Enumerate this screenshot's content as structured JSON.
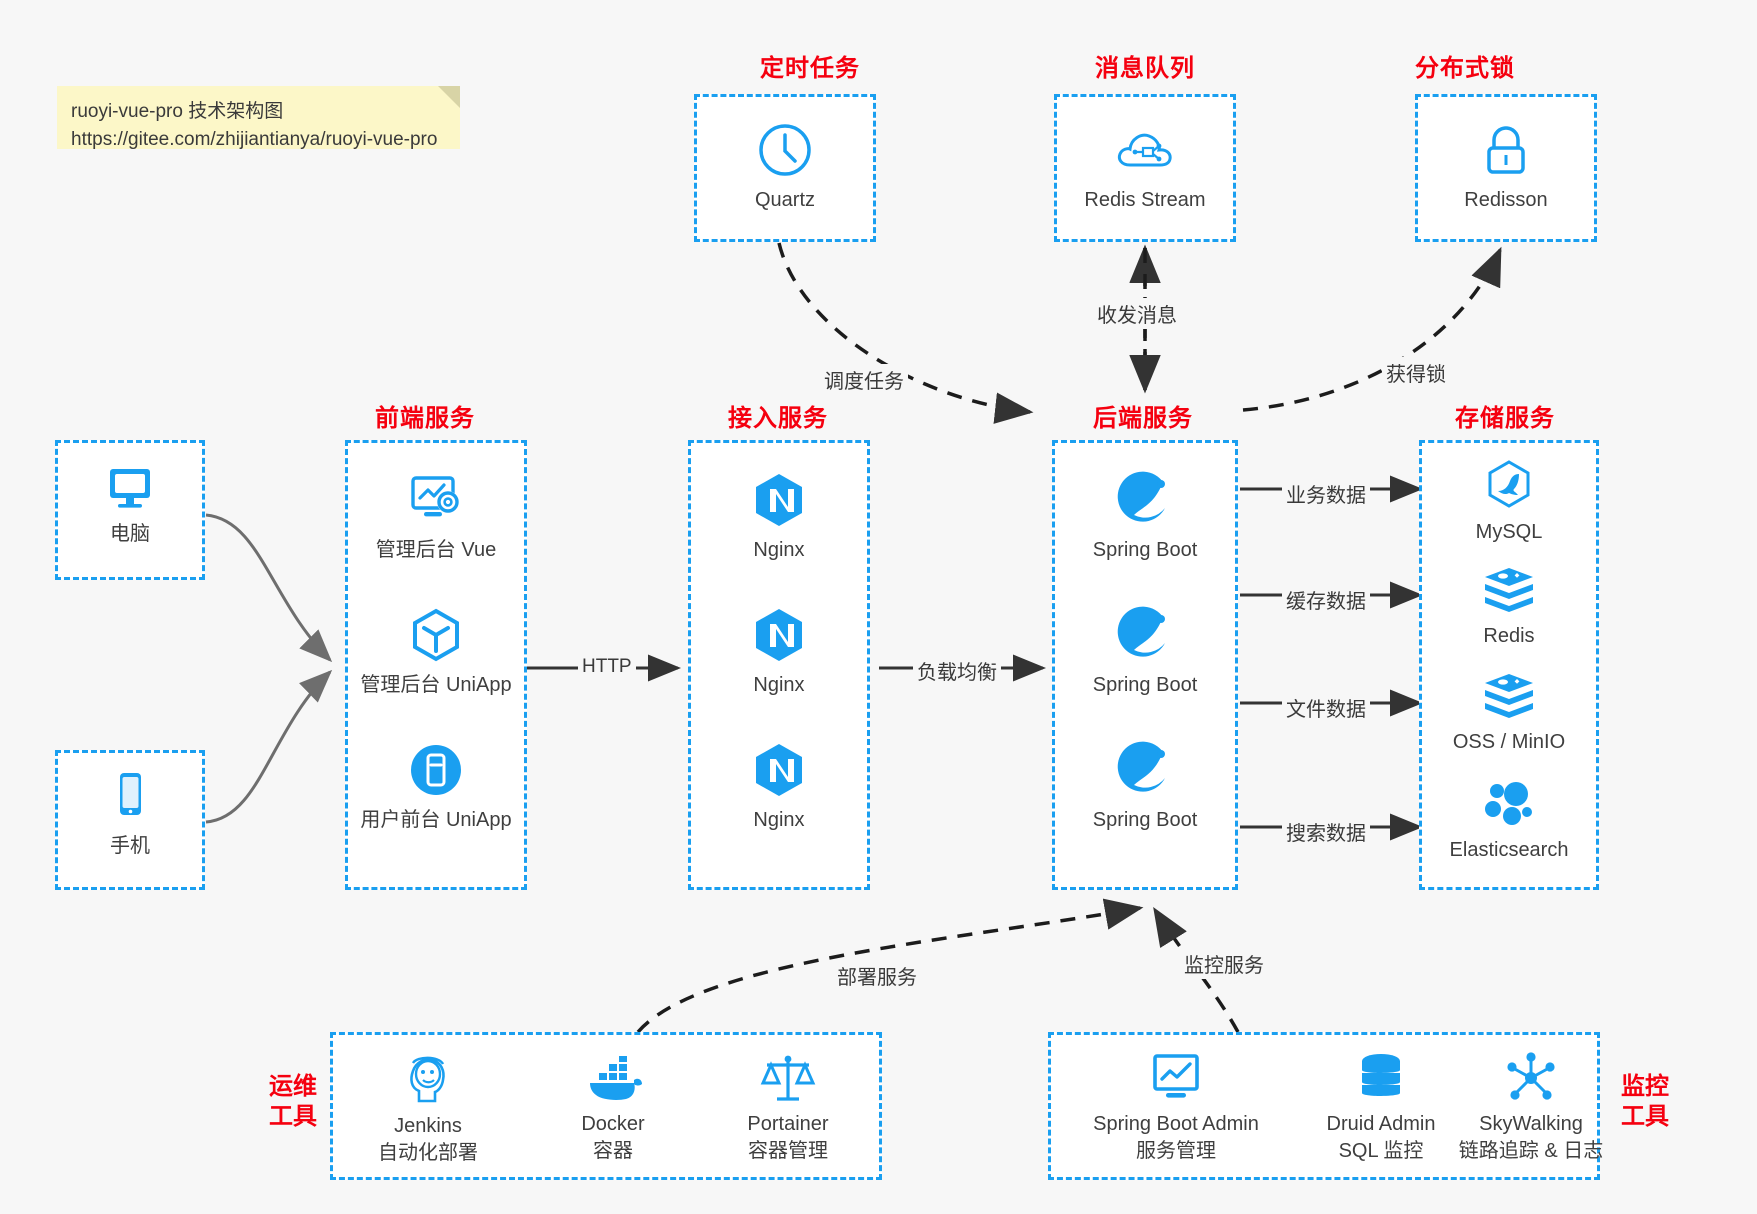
{
  "note": {
    "line1": "ruoyi-vue-pro 技术架构图",
    "line2": "https://gitee.com/zhijiantianya/ruoyi-vue-pro"
  },
  "colors": {
    "accent": "#1a9ff0",
    "title": "#f5000f",
    "text": "#3f3f3f",
    "background": "#f7f7f7",
    "note_bg": "#fcf7c8",
    "arrow": "#333333",
    "client_arrow": "#6e6e6e"
  },
  "groups": {
    "scheduled_task": {
      "title": "定时任务",
      "nodes": [
        {
          "label": "Quartz",
          "icon": "clock-icon"
        }
      ]
    },
    "message_queue": {
      "title": "消息队列",
      "nodes": [
        {
          "label": "Redis Stream",
          "icon": "cloud-network-icon"
        }
      ]
    },
    "distributed_lock": {
      "title": "分布式锁",
      "nodes": [
        {
          "label": "Redisson",
          "icon": "lock-icon"
        }
      ]
    },
    "clients": {
      "nodes": [
        {
          "label": "电脑",
          "icon": "desktop-icon"
        },
        {
          "label": "手机",
          "icon": "mobile-icon"
        }
      ]
    },
    "frontend": {
      "title": "前端服务",
      "nodes": [
        {
          "label": "管理后台 Vue",
          "icon": "dashboard-gear-icon"
        },
        {
          "label": "管理后台 UniApp",
          "icon": "cube-icon"
        },
        {
          "label": "用户前台 UniApp",
          "icon": "mobile-app-icon"
        }
      ]
    },
    "gateway": {
      "title": "接入服务",
      "nodes": [
        {
          "label": "Nginx",
          "icon": "nginx-icon"
        },
        {
          "label": "Nginx",
          "icon": "nginx-icon"
        },
        {
          "label": "Nginx",
          "icon": "nginx-icon"
        }
      ]
    },
    "backend": {
      "title": "后端服务",
      "nodes": [
        {
          "label": "Spring Boot",
          "icon": "spring-boot-icon"
        },
        {
          "label": "Spring Boot",
          "icon": "spring-boot-icon"
        },
        {
          "label": "Spring Boot",
          "icon": "spring-boot-icon"
        }
      ]
    },
    "storage": {
      "title": "存储服务",
      "nodes": [
        {
          "label": "MySQL",
          "icon": "mysql-icon"
        },
        {
          "label": "Redis",
          "icon": "redis-icon"
        },
        {
          "label": "OSS / MinIO",
          "icon": "oss-minio-icon"
        },
        {
          "label": "Elasticsearch",
          "icon": "elasticsearch-icon"
        }
      ]
    },
    "devops": {
      "title_line1": "运维",
      "title_line2": "工具",
      "nodes": [
        {
          "label": "Jenkins",
          "sublabel": "自动化部署",
          "icon": "jenkins-icon"
        },
        {
          "label": "Docker",
          "sublabel": "容器",
          "icon": "docker-icon"
        },
        {
          "label": "Portainer",
          "sublabel": "容器管理",
          "icon": "portainer-icon"
        }
      ]
    },
    "monitoring": {
      "title_line1": "监控",
      "title_line2": "工具",
      "nodes": [
        {
          "label": "Spring Boot Admin",
          "sublabel": "服务管理",
          "icon": "monitor-chart-icon"
        },
        {
          "label": "Druid Admin",
          "sublabel": "SQL 监控",
          "icon": "database-icon"
        },
        {
          "label": "SkyWalking",
          "sublabel": "链路追踪 & 日志",
          "icon": "skywalking-icon"
        }
      ]
    }
  },
  "edges": [
    {
      "label": "调度任务",
      "from": "scheduled_task",
      "to": "backend"
    },
    {
      "label": "收发消息",
      "from": "backend",
      "to": "message_queue"
    },
    {
      "label": "获得锁",
      "from": "backend",
      "to": "distributed_lock"
    },
    {
      "label": "HTTP",
      "from": "frontend",
      "to": "gateway"
    },
    {
      "label": "负载均衡",
      "from": "gateway",
      "to": "backend"
    },
    {
      "label": "业务数据",
      "from": "backend",
      "to": "mysql"
    },
    {
      "label": "缓存数据",
      "from": "backend",
      "to": "redis"
    },
    {
      "label": "文件数据",
      "from": "backend",
      "to": "oss-minio"
    },
    {
      "label": "搜索数据",
      "from": "backend",
      "to": "elasticsearch"
    },
    {
      "label": "部署服务",
      "from": "devops",
      "to": "backend"
    },
    {
      "label": "监控服务",
      "from": "monitoring",
      "to": "backend"
    }
  ]
}
